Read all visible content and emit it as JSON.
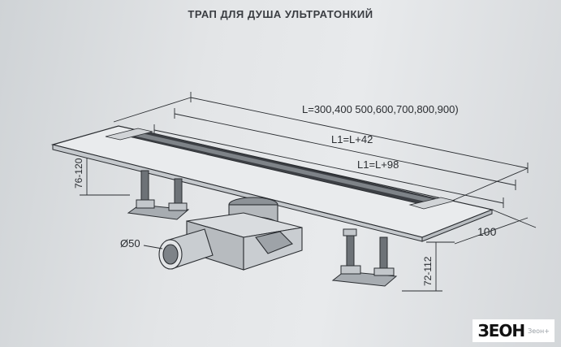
{
  "title": "ТРАП ДЛЯ ДУША УЛЬТРАТОНКИЙ",
  "dimensions": {
    "length": "L=300,400 500,600,700,800,900)",
    "l1_a": "L1=L+42",
    "l1_b": "L1=L+98",
    "width": "100",
    "height_left": "76-120",
    "height_right": "72-112",
    "pipe_diameter": "Ø50"
  },
  "logo": {
    "mark": "ЗЕОН",
    "sub": "Зеон+"
  },
  "colors": {
    "line": "#2a2d31",
    "paper": "#e3e5e7",
    "metal_dark": "#3c3f44"
  }
}
